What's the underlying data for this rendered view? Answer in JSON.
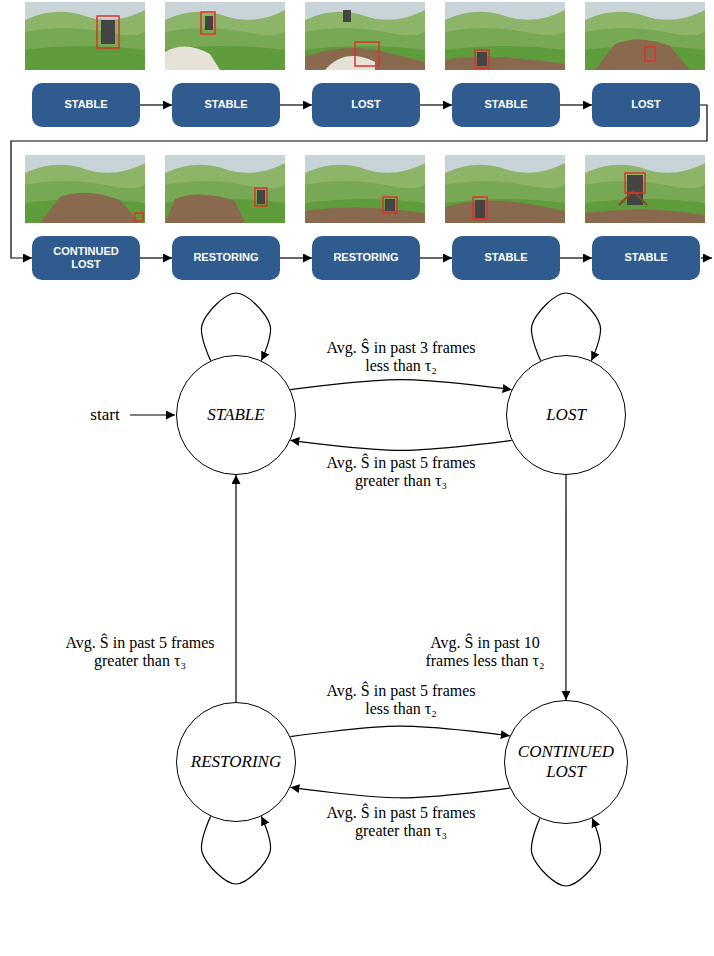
{
  "diagram": {
    "nodes": [
      {
        "text": [
          "STABLE"
        ]
      },
      {
        "text": [
          "STABLE"
        ]
      },
      {
        "text": [
          "LOST"
        ]
      },
      {
        "text": [
          "STABLE"
        ]
      },
      {
        "text": [
          "LOST"
        ]
      },
      {
        "text": [
          "CONTINUED LOST"
        ]
      },
      {
        "text": [
          "RESTORING"
        ]
      },
      {
        "text": [
          "RESTORING"
        ]
      },
      {
        "text": [
          "STABLE"
        ]
      },
      {
        "text": [
          "STABLE"
        ]
      },
      {
        "text": [
          "STABLE"
        ]
      },
      {
        "text": [
          "LOST"
        ]
      },
      {
        "text": [
          "RESTORING"
        ]
      },
      {
        "text": [
          "CONTINUED LOST"
        ]
      }
    ],
    "edges": [
      {
        "from": 0,
        "to": 1,
        "arrow": "to"
      },
      {
        "from": 1,
        "to": 2,
        "arrow": "to"
      },
      {
        "from": 2,
        "to": 3,
        "arrow": "to"
      },
      {
        "from": 3,
        "to": 4,
        "arrow": "to"
      },
      {
        "from": 4,
        "to": 5,
        "arrow": "to"
      },
      {
        "from": 5,
        "to": 6,
        "arrow": "to"
      },
      {
        "from": 6,
        "to": 7,
        "arrow": "to"
      },
      {
        "from": 7,
        "to": 8,
        "arrow": "to"
      },
      {
        "from": 8,
        "to": 9,
        "arrow": "to"
      },
      {
        "from": 10,
        "to": 10,
        "arrow": "to"
      },
      {
        "from": 10,
        "to": 11,
        "label": "Avg. Ŝ in past 3 frames less than τ₂",
        "arrow": "to"
      },
      {
        "from": 11,
        "to": 11,
        "arrow": "to"
      },
      {
        "from": 11,
        "to": 10,
        "label": "Avg. Ŝ in past 5 frames greater than τ₃",
        "arrow": "to"
      },
      {
        "from": 12,
        "to": 10,
        "label": "Avg. Ŝ in past 5 frames greater than τ₃",
        "arrow": "to"
      },
      {
        "from": 11,
        "to": 13,
        "label": "Avg. Ŝ in past 10 frames less than τ₂",
        "arrow": "to"
      },
      {
        "from": 12,
        "to": 13,
        "label": "Avg. Ŝ in past 5 frames less than τ₂",
        "arrow": "to"
      },
      {
        "from": 13,
        "to": 12,
        "label": "Avg. Ŝ in past 5 frames greater than τ₃",
        "arrow": "to"
      },
      {
        "from": 12,
        "to": 12,
        "arrow": "to"
      },
      {
        "from": 13,
        "to": 13,
        "arrow": "to"
      }
    ],
    "labels": [
      "start"
    ]
  }
}
